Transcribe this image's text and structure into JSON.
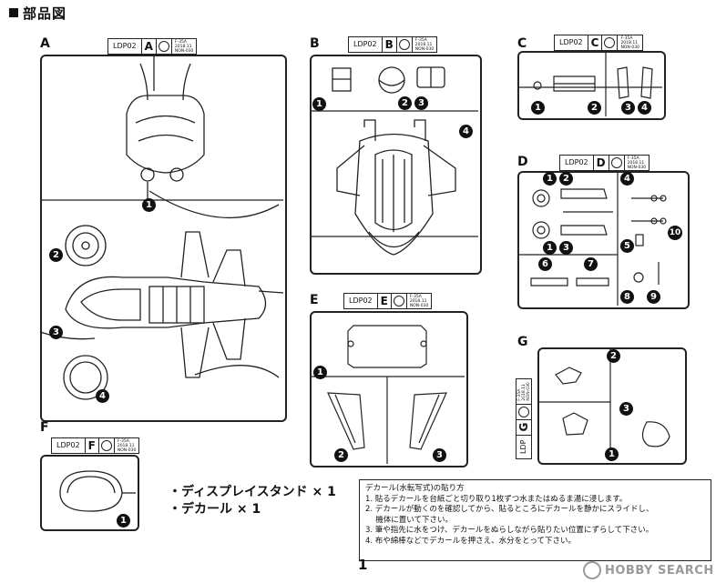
{
  "page_title": "部品図",
  "runners": {
    "A": {
      "letter": "A",
      "code": "LDP02",
      "info": [
        "F-35A",
        "2018.11",
        "NON-030"
      ],
      "parts": [
        "1",
        "2",
        "3",
        "4"
      ]
    },
    "B": {
      "letter": "B",
      "code": "LDP02",
      "info": [
        "F-35A",
        "2018.11",
        "NON-030"
      ],
      "parts": [
        "1",
        "2",
        "3",
        "4"
      ]
    },
    "C": {
      "letter": "C",
      "code": "LDP02",
      "info": [
        "F-35A",
        "2018.11",
        "NON-030"
      ],
      "parts": [
        "1",
        "2",
        "3",
        "4"
      ]
    },
    "D": {
      "letter": "D",
      "code": "LDP02",
      "info": [
        "F-35A",
        "2018.11",
        "NON-030"
      ],
      "parts": [
        "1",
        "2",
        "1",
        "3",
        "4",
        "5",
        "6",
        "7",
        "8",
        "9",
        "10"
      ]
    },
    "E": {
      "letter": "E",
      "code": "LDP02",
      "info": [
        "F-35A",
        "2018.11",
        "NON-030"
      ],
      "parts": [
        "1",
        "2",
        "3"
      ]
    },
    "F": {
      "letter": "F",
      "code": "LDP02",
      "info": [
        "F-35A",
        "2018.11",
        "NON-030"
      ],
      "parts": [
        "1"
      ]
    },
    "G": {
      "letter": "G",
      "code": "LDP",
      "info": [
        "F-35A",
        "2018.11",
        "NON-030"
      ],
      "parts": [
        "2",
        "3",
        "1"
      ]
    }
  },
  "items": [
    "・ディスプレイスタンド × 1",
    "・デカール × 1"
  ],
  "decal": {
    "title": "デカール(水転写式)の貼り方",
    "steps": [
      "1. 貼るデカールを台紙ごと切り取り1枚ずつ水またはぬるま湯に浸します。",
      "2. デカールが動くのを確認してから、貼るところにデカールを静かにスライドし、",
      "　 機体に置いて下さい。",
      "3. 筆や指先に水をつけ、デカールをぬらしながら貼りたい位置にずらして下さい。",
      "4. 布や綿棒などでデカールを押さえ、水分をとって下さい。"
    ]
  },
  "page_number": "1",
  "watermark": "HOBBY SEARCH"
}
